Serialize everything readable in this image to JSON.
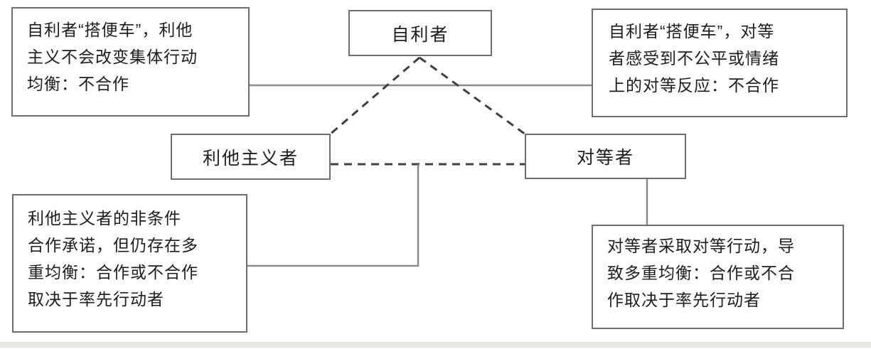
{
  "diagram": {
    "title_hint": "三类行为者集体行动均衡示意图",
    "nodes": {
      "self_interested": {
        "label": "自利者"
      },
      "altruist": {
        "label": "利他主义者"
      },
      "reciprocator": {
        "label": "对等者"
      }
    },
    "annotations": {
      "top_left": {
        "text": "自利者“搭便车”，利他\n主义不会改变集体行动\n均衡：不合作"
      },
      "top_right": {
        "text": "自利者“搭便车”，对等\n者感受到不公平或情绪\n上的对等反应：不合作"
      },
      "bottom_left": {
        "text": "利他主义者的非条件\n合作承诺，但仍存在多\n重均衡：合作或不合作\n取决于率先行动者"
      },
      "bottom_right": {
        "text": "对等者采取对等行动，导\n致多重均衡：合作或不合\n作取决于率先行动者"
      }
    },
    "edges": [
      {
        "from": "自利者",
        "to": "利他主义者",
        "style": "dashed"
      },
      {
        "from": "自利者",
        "to": "对等者",
        "style": "dashed"
      },
      {
        "from": "利他主义者",
        "to": "对等者",
        "style": "dashed"
      },
      {
        "from": "top_left annotation",
        "to": "top_right annotation",
        "style": "solid"
      },
      {
        "from": "bottom_left annotation",
        "to": "利他主义者-对等者 edge",
        "style": "solid"
      },
      {
        "from": "对等者",
        "to": "bottom_right annotation",
        "style": "solid"
      }
    ],
    "colors": {
      "border": "#6e6e6e",
      "solid_line": "#8a8a8a",
      "dashed_line": "#3f3f3f",
      "text": "#1d1d1d",
      "background": "#ffffff",
      "bottom_band": "#e8e8e5"
    }
  }
}
